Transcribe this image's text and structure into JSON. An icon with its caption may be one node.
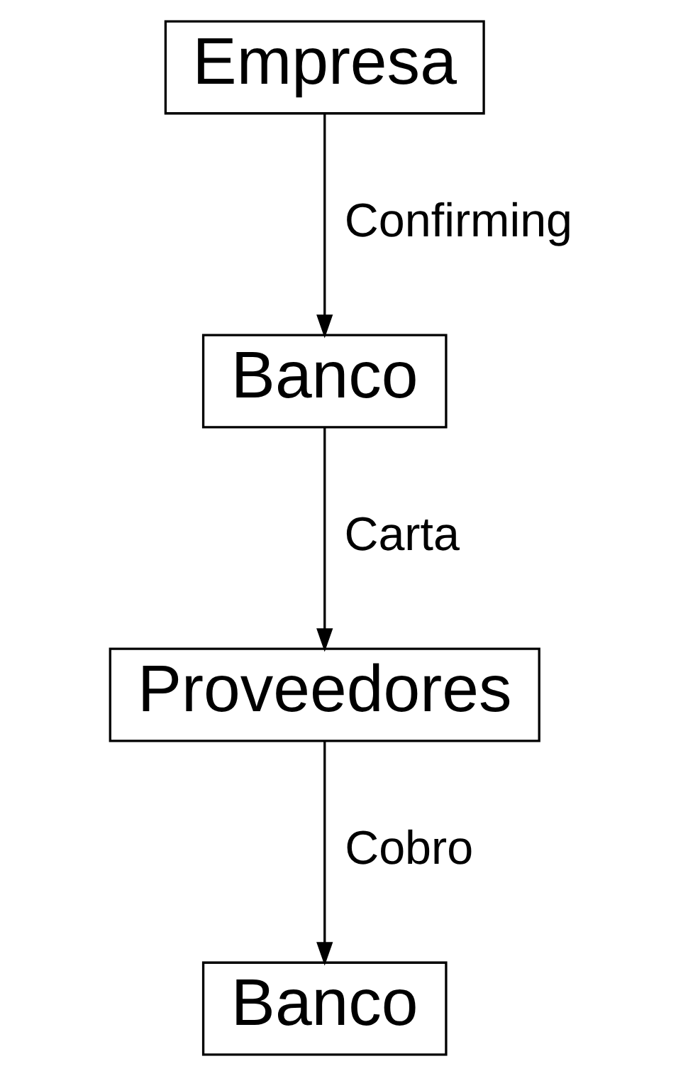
{
  "diagram": {
    "nodes": [
      {
        "text": [
          "Empresa"
        ]
      },
      {
        "text": [
          "Banco"
        ]
      },
      {
        "text": [
          "Proveedores"
        ]
      },
      {
        "text": [
          "Banco"
        ]
      }
    ],
    "edges": [
      {
        "from": 0,
        "to": 1,
        "arrow": "to",
        "label": "Confirming"
      },
      {
        "from": 1,
        "to": 2,
        "arrow": "to",
        "label": "Carta"
      },
      {
        "from": 2,
        "to": 3,
        "arrow": "to",
        "label": "Cobro"
      }
    ]
  }
}
